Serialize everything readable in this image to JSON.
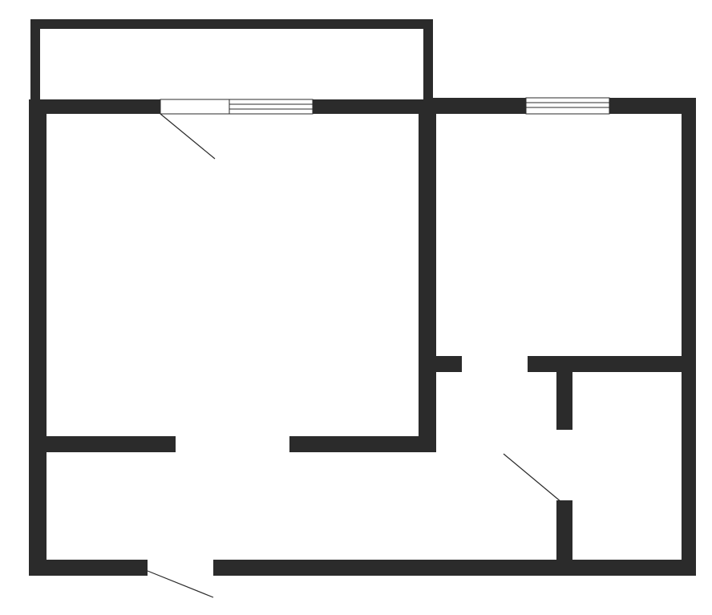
{
  "colors": {
    "wall": "#2b2b2b",
    "background": "#ffffff"
  },
  "plan": {
    "rooms": [
      "balcony",
      "large-room",
      "small-room",
      "corridor",
      "bathroom"
    ],
    "windows": 2,
    "doors": 3
  }
}
